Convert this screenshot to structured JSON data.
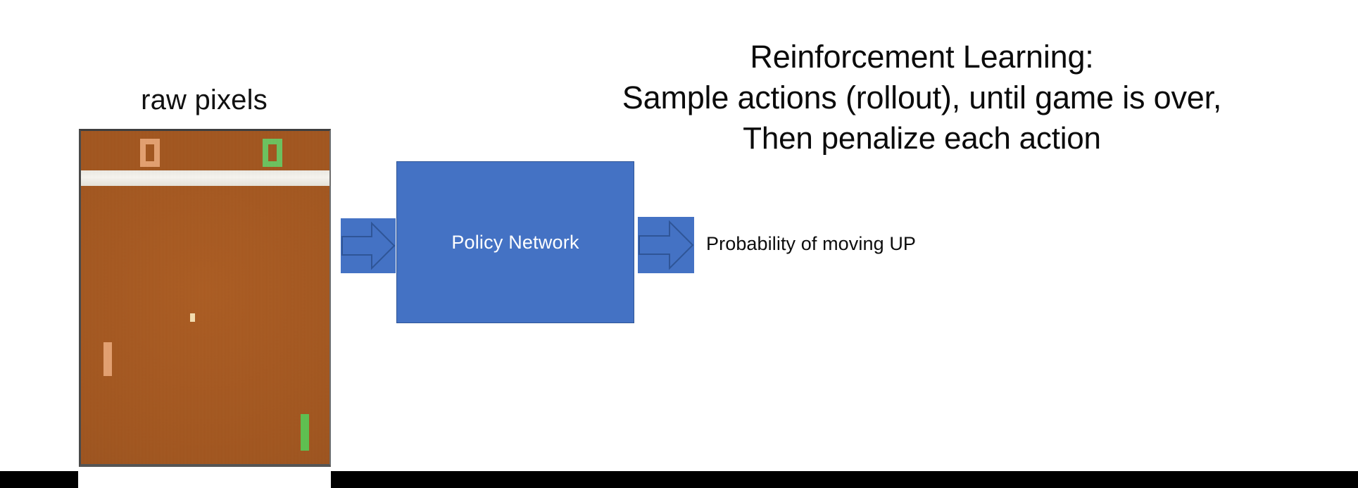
{
  "slide": {
    "background_color": "#ffffff"
  },
  "heading": {
    "lines": [
      "Reinforcement Learning:",
      "Sample actions (rollout), until game is over,",
      "Then penalize each action"
    ]
  },
  "game_panel": {
    "caption": "raw pixels",
    "game": "Pong",
    "screen_color": "#a2561f",
    "divider_color": "#f1efe9",
    "frame_color": "#3f3f3f",
    "ball_color": "#f5deb0",
    "scores": [
      {
        "side": "left",
        "value": "0",
        "color": "#e3a070"
      },
      {
        "side": "right",
        "value": "0",
        "color": "#6cc25e"
      }
    ],
    "paddles": [
      {
        "side": "left",
        "color": "#e3a070"
      },
      {
        "side": "right",
        "color": "#5ec04f"
      }
    ]
  },
  "pipeline": {
    "arrow_color": "#4472c4",
    "arrow_border_color": "#2f5597",
    "input_arrow_name": "right-arrow",
    "output_arrow_name": "right-arrow",
    "policy_box": {
      "label": "Policy Network",
      "fill_color": "#4472c4",
      "border_color": "#2f5597",
      "text_color": "#ffffff"
    },
    "output_label": "Probability of moving UP"
  },
  "bottom_bars": {
    "color": "#000000",
    "count": 2
  }
}
